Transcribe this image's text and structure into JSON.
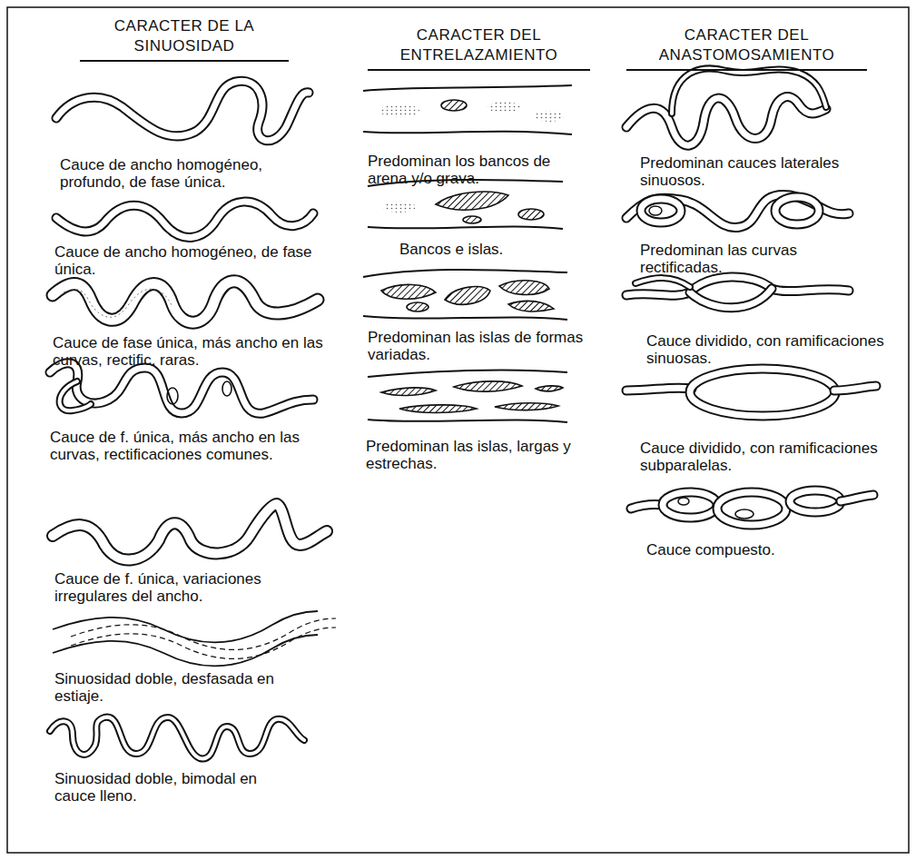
{
  "diagram": {
    "labels": [
      "CARACTER DE LA SINUOSIDAD",
      "CARACTER DEL ENTRELAZAMIENTO",
      "CARACTER DEL ANASTOMOSAMIENTO",
      "Cauce de ancho homogéneo, profundo, de fase única.",
      "Cauce de ancho homogéneo, de fase única.",
      "Cauce de fase única, más ancho en las curvas, rectific. raras.",
      "Cauce de f. única, más ancho en las curvas, rectificaciones comunes.",
      "Cauce de f. única, variaciones irregulares del ancho.",
      "Sinuosidad doble, desfasada en estiaje.",
      "Sinuosidad doble, bimodal en cauce lleno.",
      "Predominan los bancos de arena y/o grava.",
      "Bancos e islas.",
      "Predominan las islas de formas variadas.",
      "Predominan las islas, largas y estrechas.",
      "Predominan cauces laterales sinuosos.",
      "Predominan las curvas rectificadas.",
      "Cauce dividido, con ramificaciones sinuosas.",
      "Cauce dividido, con ramificaciones subparalelas.",
      "Cauce compuesto."
    ]
  }
}
